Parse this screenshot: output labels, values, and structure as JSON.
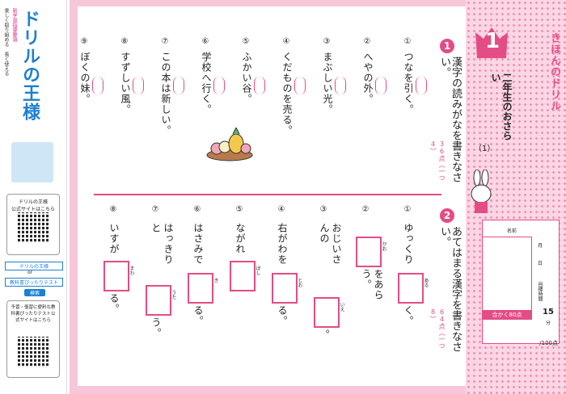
{
  "strip": {
    "logo": "ドリルの王様",
    "tagline_1": "新学習指導要領",
    "tagline_2": "楽しく取り組める",
    "tagline_3": "長く使える",
    "site_label": "ドリルの王様",
    "site_sub": "公式サイトはこちら",
    "or_text": "or",
    "kyokasho": "教科書ぴったりテスト",
    "kensaku": "検索",
    "promo": "予習・復習に便利な教科書ぴったりテスト公式サイトはこちら"
  },
  "q1": {
    "num": "1",
    "instruction": "漢字の読みがなを書きなさい。",
    "points": "36点（一つ4）",
    "items": [
      {
        "n": "①",
        "text": "つなを引く。"
      },
      {
        "n": "②",
        "text": "へやの外。"
      },
      {
        "n": "③",
        "text": "まぶしい光。"
      },
      {
        "n": "④",
        "text": "くだものを売る。"
      },
      {
        "n": "⑤",
        "text": "ふかい谷。"
      },
      {
        "n": "⑥",
        "text": "学校へ行く。"
      },
      {
        "n": "⑦",
        "text": "この本は新しい。"
      },
      {
        "n": "⑧",
        "text": "すずしい風。"
      },
      {
        "n": "⑨",
        "text": "ぼくの妹。"
      }
    ]
  },
  "q2": {
    "num": "2",
    "instruction": "あてはまる漢字を書きなさい。",
    "points": "64点（一つ8）",
    "items": [
      {
        "n": "①",
        "text": "ゆっくり",
        "tail": "く。",
        "furi": "ある"
      },
      {
        "n": "②",
        "text": "",
        "tail": "をあらう。",
        "furi": "かお"
      },
      {
        "n": "③",
        "text": "おじいさんの",
        "tail": "。",
        "furi": "いえ"
      },
      {
        "n": "④",
        "text": "右がわを",
        "tail": "る。",
        "furi": "とお"
      },
      {
        "n": "⑤",
        "text": "ながれ",
        "tail": "",
        "furi": "ぼし"
      },
      {
        "n": "⑥",
        "text": "はさみで",
        "tail": "る。",
        "furi": "き"
      },
      {
        "n": "⑦",
        "text": "はっきりと",
        "tail": "う。",
        "furi": "うた"
      },
      {
        "n": "⑧",
        "text": "いすが",
        "tail": "る。",
        "furi": "まわ"
      }
    ]
  },
  "header": {
    "unit": "1",
    "title": "二年生のおさらい",
    "subtitle": "（1）",
    "series": "きほんのドリル"
  },
  "namebox": {
    "name_label": "名前",
    "month": "月",
    "day": "日",
    "target_label": "目標時間",
    "target_min": "15",
    "min_unit": "分",
    "pass": "合かく80点",
    "score": "/100点"
  },
  "colors": {
    "accent": "#e44c85",
    "bg": "#f7c7d9",
    "blue": "#1d7fd0"
  }
}
